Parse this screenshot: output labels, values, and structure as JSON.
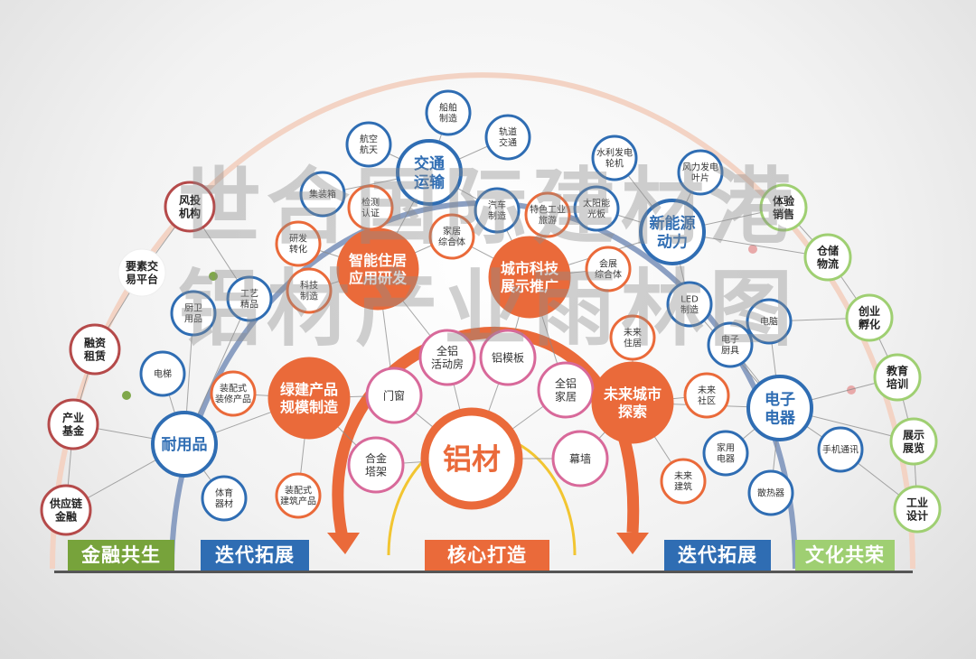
{
  "watermark": {
    "line1": "世合国际建材港",
    "line2": "铝材产业雨林图"
  },
  "bottom_labels": {
    "finance": "金融共生",
    "iterate_left": "迭代拓展",
    "core": "核心打造",
    "iterate_right": "迭代拓展",
    "culture": "文化共荣"
  },
  "colors": {
    "orange": "#ea6a3a",
    "pink": "#d8699a",
    "yellow": "#f2c531",
    "blue": "#2f6db3",
    "maroon": "#b54a4a",
    "green": "#9fcf72",
    "olive": "#77a33b",
    "red_dark": "#c0392b"
  },
  "nodes": [
    {
      "id": "core",
      "text": "铝材",
      "style": "core"
    },
    {
      "id": "qljl",
      "text": "全铝|活动房",
      "style": "pink"
    },
    {
      "id": "lmb",
      "text": "铝模板",
      "style": "pink"
    },
    {
      "id": "qljj",
      "text": "全铝|家居",
      "style": "pink"
    },
    {
      "id": "mq",
      "text": "幕墙",
      "style": "pink"
    },
    {
      "id": "mc",
      "text": "门窗",
      "style": "pink"
    },
    {
      "id": "hjtj",
      "text": "合金|塔架",
      "style": "pink"
    },
    {
      "id": "znzj",
      "text": "智能住居|应用研发",
      "style": "orange-l"
    },
    {
      "id": "cskj",
      "text": "城市科技|展示推广",
      "style": "orange-l"
    },
    {
      "id": "ljcp",
      "text": "绿建产品|规模制造",
      "style": "orange-l"
    },
    {
      "id": "wlcs",
      "text": "未来城市|探索",
      "style": "orange-l"
    },
    {
      "id": "yffh",
      "text": "研发|转化",
      "style": "orange-s"
    },
    {
      "id": "jccj",
      "text": "检测|认证",
      "style": "orange-s"
    },
    {
      "id": "kjzz",
      "text": "科技|制造",
      "style": "orange-s"
    },
    {
      "id": "jjzht",
      "text": "家居|综合体",
      "style": "orange-s"
    },
    {
      "id": "tsgy",
      "text": "特色工业|旅游",
      "style": "orange-s"
    },
    {
      "id": "hzzht",
      "text": "会展|综合体",
      "style": "orange-s"
    },
    {
      "id": "wlzj",
      "text": "未来|住居",
      "style": "orange-s"
    },
    {
      "id": "wlsq",
      "text": "未来|社区",
      "style": "orange-s"
    },
    {
      "id": "wljz",
      "text": "未来|建筑",
      "style": "orange-s"
    },
    {
      "id": "zps1",
      "text": "装配式|装修产品",
      "style": "orange-s"
    },
    {
      "id": "zps2",
      "text": "装配式|建筑产品",
      "style": "orange-s"
    },
    {
      "id": "jtys",
      "text": "交通|运输",
      "style": "blue-l"
    },
    {
      "id": "xnydl",
      "text": "新能源|动力",
      "style": "blue-l"
    },
    {
      "id": "nyp",
      "text": "耐用品",
      "style": "blue-l"
    },
    {
      "id": "dzdq",
      "text": "电子|电器",
      "style": "blue-l"
    },
    {
      "id": "cbzz",
      "text": "船舶|制造",
      "style": "blue-s"
    },
    {
      "id": "hkht",
      "text": "航空|航天",
      "style": "blue-s"
    },
    {
      "id": "gdjt",
      "text": "轨道|交通",
      "style": "blue-s"
    },
    {
      "id": "jzx",
      "text": "集装箱",
      "style": "blue-s"
    },
    {
      "id": "qczz",
      "text": "汽车|制造",
      "style": "blue-s"
    },
    {
      "id": "slfd",
      "text": "水利发电|轮机",
      "style": "blue-s"
    },
    {
      "id": "flfd",
      "text": "风力发电|叶片",
      "style": "blue-s"
    },
    {
      "id": "tynb",
      "text": "太阳能|光板",
      "style": "blue-s"
    },
    {
      "id": "led",
      "text": "LED|制造",
      "style": "blue-s"
    },
    {
      "id": "dn",
      "text": "电脑",
      "style": "blue-s"
    },
    {
      "id": "dzcj",
      "text": "电子|厨具",
      "style": "blue-s"
    },
    {
      "id": "jydq",
      "text": "家用|电器",
      "style": "blue-s"
    },
    {
      "id": "sjtx",
      "text": "手机通讯",
      "style": "blue-s"
    },
    {
      "id": "srq",
      "text": "散热器",
      "style": "blue-s"
    },
    {
      "id": "wwyp",
      "text": "厨卫|用品",
      "style": "blue-s"
    },
    {
      "id": "gyjp",
      "text": "工艺|精品",
      "style": "blue-s"
    },
    {
      "id": "dt",
      "text": "电梯",
      "style": "blue-s"
    },
    {
      "id": "tyqc",
      "text": "体育|器材",
      "style": "blue-s"
    },
    {
      "id": "fyjg",
      "text": "风投|机构",
      "style": "maroon"
    },
    {
      "id": "ysjy",
      "text": "要素交|易平台",
      "style": "plain"
    },
    {
      "id": "rzzl",
      "text": "融资|租赁",
      "style": "maroon"
    },
    {
      "id": "cyjj",
      "text": "产业|基金",
      "style": "maroon"
    },
    {
      "id": "gyljr",
      "text": "供应链|金融",
      "style": "maroon"
    },
    {
      "id": "tyxs",
      "text": "体验|销售",
      "style": "green"
    },
    {
      "id": "ccwl",
      "text": "仓储|物流",
      "style": "green"
    },
    {
      "id": "cyfh",
      "text": "创业|孵化",
      "style": "green"
    },
    {
      "id": "jypx",
      "text": "教育|培训",
      "style": "green"
    },
    {
      "id": "zszl",
      "text": "展示|展览",
      "style": "green"
    },
    {
      "id": "gysj",
      "text": "工业|设计",
      "style": "green"
    }
  ],
  "edges": [
    [
      "core",
      "qljl"
    ],
    [
      "core",
      "lmb"
    ],
    [
      "core",
      "qljj"
    ],
    [
      "core",
      "mq"
    ],
    [
      "core",
      "mc"
    ],
    [
      "core",
      "hjtj"
    ],
    [
      "mc",
      "ljcp"
    ],
    [
      "mc",
      "znzj"
    ],
    [
      "hjtj",
      "ljcp"
    ],
    [
      "qljl",
      "znzj"
    ],
    [
      "lmb",
      "cskj"
    ],
    [
      "qljj",
      "cskj"
    ],
    [
      "qljj",
      "wlcs"
    ],
    [
      "mq",
      "wlcs"
    ],
    [
      "znzj",
      "yffh"
    ],
    [
      "znzj",
      "jccj"
    ],
    [
      "znzj",
      "kjzz"
    ],
    [
      "znzj",
      "jjzht"
    ],
    [
      "znzj",
      "jtys"
    ],
    [
      "cskj",
      "jjzht"
    ],
    [
      "cskj",
      "tsgy"
    ],
    [
      "cskj",
      "hzzht"
    ],
    [
      "cskj",
      "xnydl"
    ],
    [
      "cskj",
      "qczz"
    ],
    [
      "ljcp",
      "zps1"
    ],
    [
      "ljcp",
      "zps2"
    ],
    [
      "ljcp",
      "nyp"
    ],
    [
      "wlcs",
      "wlzj"
    ],
    [
      "wlcs",
      "wlsq"
    ],
    [
      "wlcs",
      "wljz"
    ],
    [
      "wlcs",
      "dzdq"
    ],
    [
      "jtys",
      "cbzz"
    ],
    [
      "jtys",
      "hkht"
    ],
    [
      "jtys",
      "gdjt"
    ],
    [
      "jtys",
      "jzx"
    ],
    [
      "jtys",
      "qczz"
    ],
    [
      "xnydl",
      "slfd"
    ],
    [
      "xnydl",
      "flfd"
    ],
    [
      "xnydl",
      "tynb"
    ],
    [
      "xnydl",
      "led"
    ],
    [
      "xnydl",
      "tyxs"
    ],
    [
      "dzdq",
      "dn"
    ],
    [
      "dzdq",
      "dzcj"
    ],
    [
      "dzdq",
      "jydq"
    ],
    [
      "dzdq",
      "sjtx"
    ],
    [
      "dzdq",
      "srq"
    ],
    [
      "dzdq",
      "led"
    ],
    [
      "nyp",
      "dt"
    ],
    [
      "nyp",
      "tyqc"
    ],
    [
      "nyp",
      "wwyp"
    ],
    [
      "nyp",
      "gyjp"
    ],
    [
      "nyp",
      "cyjj"
    ],
    [
      "nyp",
      "gyljr"
    ],
    [
      "fyjg",
      "gyjp"
    ],
    [
      "fyjg",
      "ysjy"
    ],
    [
      "ysjy",
      "rzzl"
    ],
    [
      "rzzl",
      "cyjj"
    ],
    [
      "cyjj",
      "gyljr"
    ],
    [
      "tyxs",
      "ccwl"
    ],
    [
      "ccwl",
      "cyfh"
    ],
    [
      "cyfh",
      "jypx"
    ],
    [
      "jypx",
      "zszl"
    ],
    [
      "zszl",
      "gysj"
    ],
    [
      "dzdq",
      "jypx"
    ],
    [
      "dzdq",
      "zszl"
    ],
    [
      "sjtx",
      "gysj"
    ],
    [
      "dn",
      "cyfh"
    ],
    [
      "ccwl",
      "xnydl"
    ]
  ]
}
